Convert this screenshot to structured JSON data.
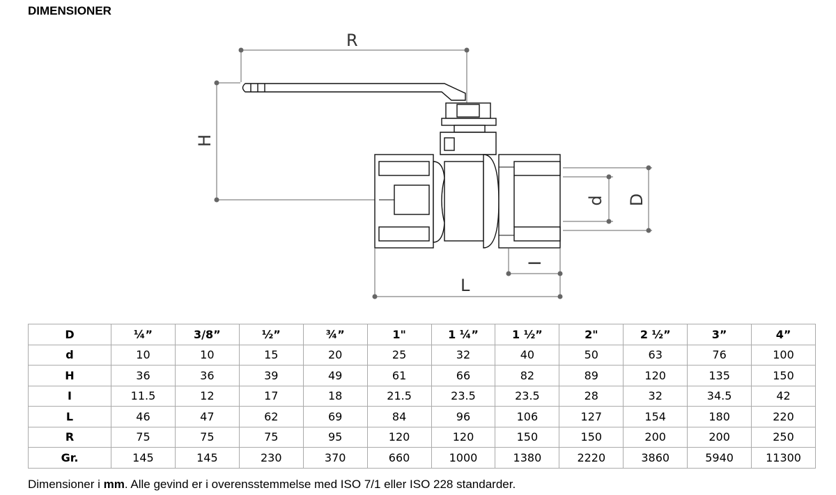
{
  "title": "DIMENSIONER",
  "drawing": {
    "labels": {
      "R": "R",
      "H": "H",
      "d": "d",
      "D": "D",
      "I": "I",
      "L": "L"
    }
  },
  "table": {
    "header": {
      "label": "D",
      "values": [
        "¼”",
        "3/8”",
        "½”",
        "¾”",
        "1\"",
        "1 ¼”",
        "1 ½”",
        "2\"",
        "2 ½”",
        "3”",
        "4”"
      ]
    },
    "rows": [
      {
        "label": "d",
        "values": [
          "10",
          "10",
          "15",
          "20",
          "25",
          "32",
          "40",
          "50",
          "63",
          "76",
          "100"
        ]
      },
      {
        "label": "H",
        "values": [
          "36",
          "36",
          "39",
          "49",
          "61",
          "66",
          "82",
          "89",
          "120",
          "135",
          "150"
        ]
      },
      {
        "label": "I",
        "values": [
          "11.5",
          "12",
          "17",
          "18",
          "21.5",
          "23.5",
          "23.5",
          "28",
          "32",
          "34.5",
          "42"
        ]
      },
      {
        "label": "L",
        "values": [
          "46",
          "47",
          "62",
          "69",
          "84",
          "96",
          "106",
          "127",
          "154",
          "180",
          "220"
        ]
      },
      {
        "label": "R",
        "values": [
          "75",
          "75",
          "75",
          "95",
          "120",
          "120",
          "150",
          "150",
          "200",
          "200",
          "250"
        ]
      },
      {
        "label": "Gr.",
        "values": [
          "145",
          "145",
          "230",
          "370",
          "660",
          "1000",
          "1380",
          "2220",
          "3860",
          "5940",
          "11300"
        ]
      }
    ]
  },
  "footnote": {
    "prefix": "Dimensioner i ",
    "bold": "mm",
    "suffix": ". Alle gevind er i overensstemmelse med ISO 7/1 eller ISO 228 standarder."
  }
}
